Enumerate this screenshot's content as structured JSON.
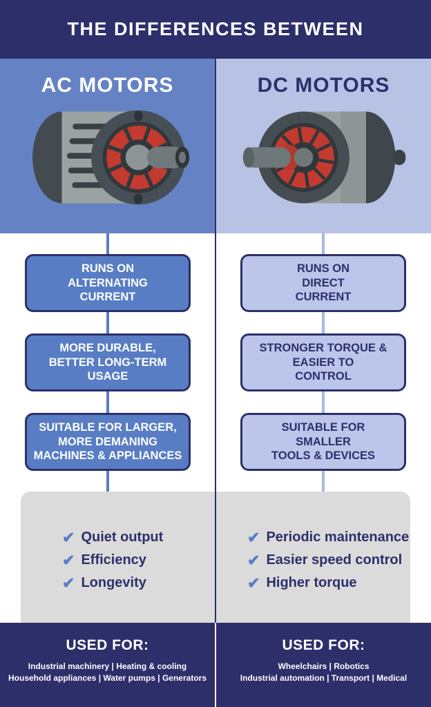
{
  "header": {
    "title": "THE DIFFERENCES BETWEEN"
  },
  "icons": {
    "check": "✔"
  },
  "colors": {
    "navy": "#2d2f6b",
    "ac_band_blue": "#6583c4",
    "ac_box_blue": "#587dc4",
    "dc_band_lavender": "#b8c2e5",
    "dc_box_lavender": "#bcc6ea",
    "panel_gray": "#dbdbdb",
    "motor_red": "#c23a30",
    "check_blue": "#587dc4"
  },
  "ac": {
    "title": "AC MOTORS",
    "boxes": [
      "RUNS ON\nALTERNATING\nCURRENT",
      "MORE DURABLE,\nBETTER LONG-TERM\nUSAGE",
      "SUITABLE FOR LARGER,\nMORE DEMANING\nMACHINES & APPLIANCES"
    ],
    "benefits": [
      "Quiet output",
      "Efficiency",
      "Longevity"
    ],
    "used_for_label": "USED FOR:",
    "used_for_items": "Industrial machinery | Heating & cooling\nHousehold appliances | Water pumps | Generators"
  },
  "dc": {
    "title": "DC MOTORS",
    "boxes": [
      "RUNS ON\nDIRECT\nCURRENT",
      "STRONGER TORQUE &\nEASIER TO\nCONTROL",
      "SUITABLE FOR\nSMALLER\nTOOLS & DEVICES"
    ],
    "benefits": [
      "Periodic maintenance",
      "Easier speed control",
      "Higher torque"
    ],
    "used_for_label": "USED FOR:",
    "used_for_items": "Wheelchairs | Robotics\nIndustrial automation | Transport | Medical"
  }
}
